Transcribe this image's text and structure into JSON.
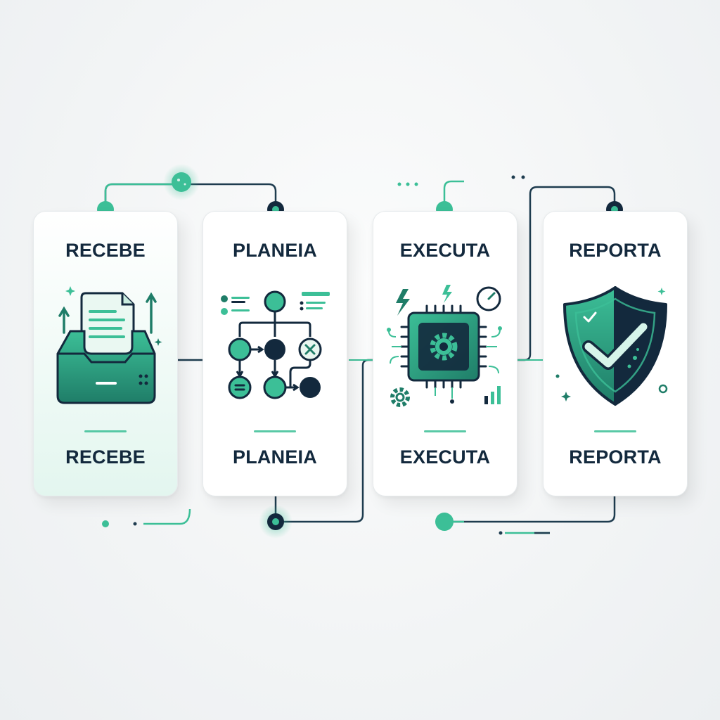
{
  "colors": {
    "accent": "#3cbf97",
    "accent_dark": "#1f7d68",
    "navy": "#13293d"
  },
  "steps": [
    {
      "title": "RECEBE",
      "footer": "RECEBE",
      "icon": "inbox-document-icon"
    },
    {
      "title": "PLANEIA",
      "footer": "PLANEIA",
      "icon": "flowchart-icon"
    },
    {
      "title": "EXECUTA",
      "footer": "EXECUTA",
      "icon": "processor-gear-icon"
    },
    {
      "title": "REPORTA",
      "footer": "REPORTA",
      "icon": "shield-check-icon"
    }
  ]
}
